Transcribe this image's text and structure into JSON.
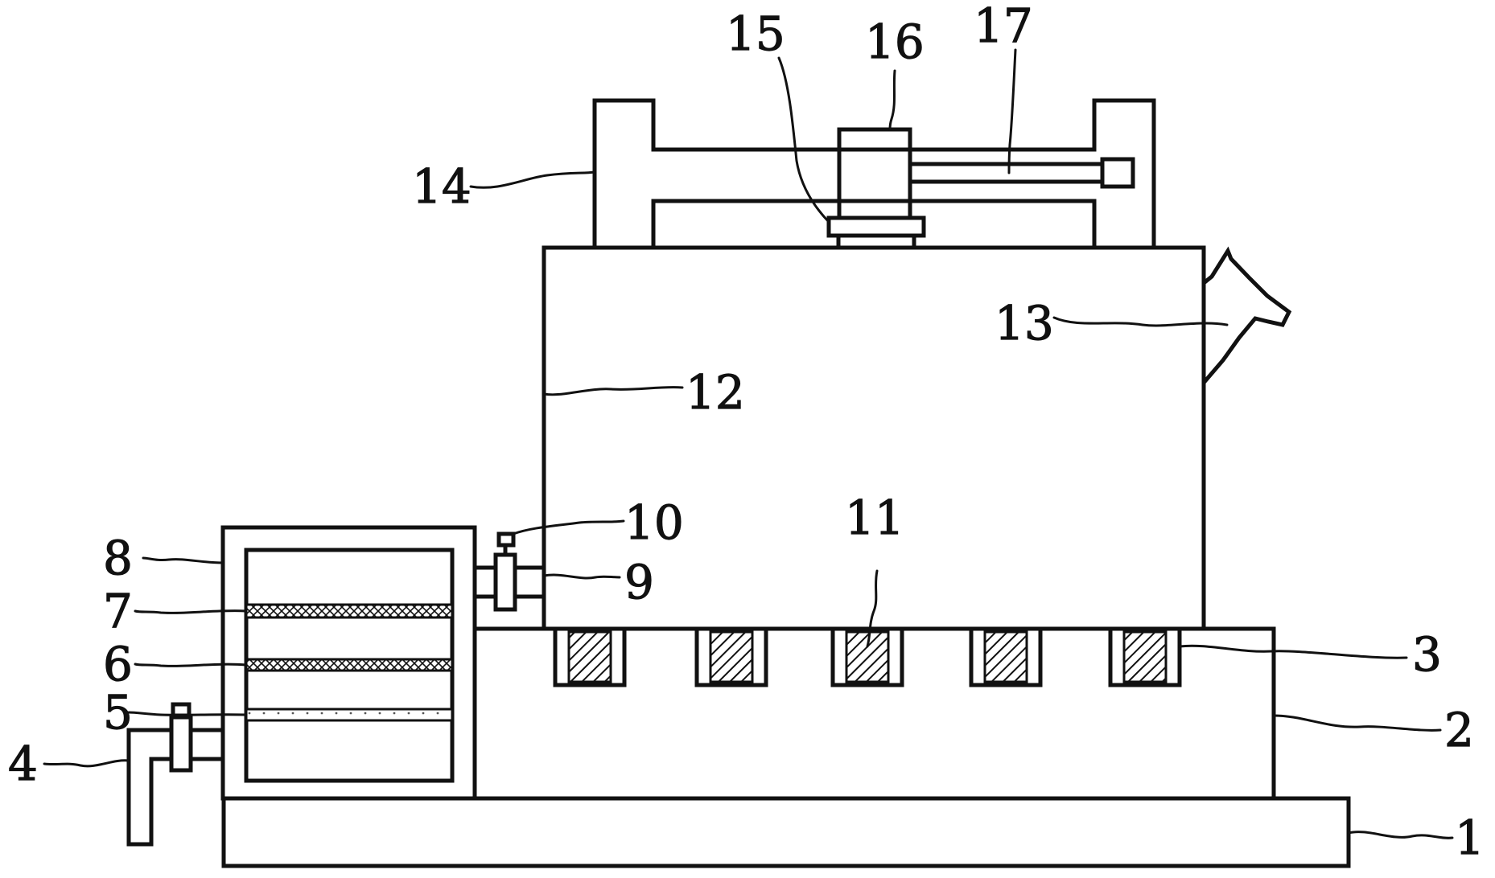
{
  "labels": [
    {
      "id": "1",
      "text": "1"
    },
    {
      "id": "2",
      "text": "2"
    },
    {
      "id": "3",
      "text": "3"
    },
    {
      "id": "4",
      "text": "4"
    },
    {
      "id": "5",
      "text": "5"
    },
    {
      "id": "6",
      "text": "6"
    },
    {
      "id": "7",
      "text": "7"
    },
    {
      "id": "8",
      "text": "8"
    },
    {
      "id": "9",
      "text": "9"
    },
    {
      "id": "10",
      "text": "10"
    },
    {
      "id": "11",
      "text": "11"
    },
    {
      "id": "12",
      "text": "12"
    },
    {
      "id": "13",
      "text": "13"
    },
    {
      "id": "14",
      "text": "14"
    },
    {
      "id": "15",
      "text": "15"
    },
    {
      "id": "16",
      "text": "16"
    },
    {
      "id": "17",
      "text": "17"
    }
  ],
  "colors": {
    "line": "#111111",
    "background": "#ffffff",
    "stipple": "#555555"
  }
}
